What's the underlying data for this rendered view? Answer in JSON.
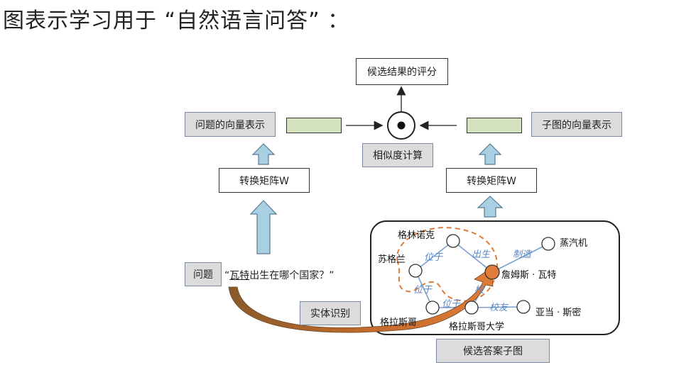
{
  "slide": {
    "title": "图表示学习用于 “自然语言问答” ："
  },
  "diagram": {
    "top_box": "候选结果的评分",
    "similarity": "相似度计算",
    "left_vec_label": "问题的向量表示",
    "right_vec_label": "子图的向量表示",
    "left_transform": "转换矩阵W",
    "right_transform": "转换矩阵W",
    "question_label": "问题",
    "question_open": "“",
    "question_entity": "瓦特",
    "question_rest": "出生在哪个国家？”",
    "entity_recognition": "实体识别",
    "subgraph_caption": "候选答案子图",
    "nodes": {
      "gelinnuoke": "格林诺克",
      "sugelan": "苏格兰",
      "zhengqiji": "蒸汽机",
      "zhanmusi": "詹姆斯 · 瓦特",
      "gelasige": "格拉斯哥",
      "gelasige_uni": "格拉斯哥大学",
      "adam_smith": "亚当 · 斯密"
    },
    "edges": {
      "weiyu1": "位于",
      "chusheng": "出生",
      "zhizao": "制造",
      "weiyu2": "位于",
      "weiyu3": "位于",
      "xiaoyou": "校友",
      "xiao_partial": "校"
    },
    "colors": {
      "box_gray": "#dcdcdc",
      "vector_green": "#d5e3c0",
      "arrow_blue": "#a9cfe3",
      "highlight_orange": "#e07b39",
      "edge_blue": "#5b86c4"
    }
  }
}
